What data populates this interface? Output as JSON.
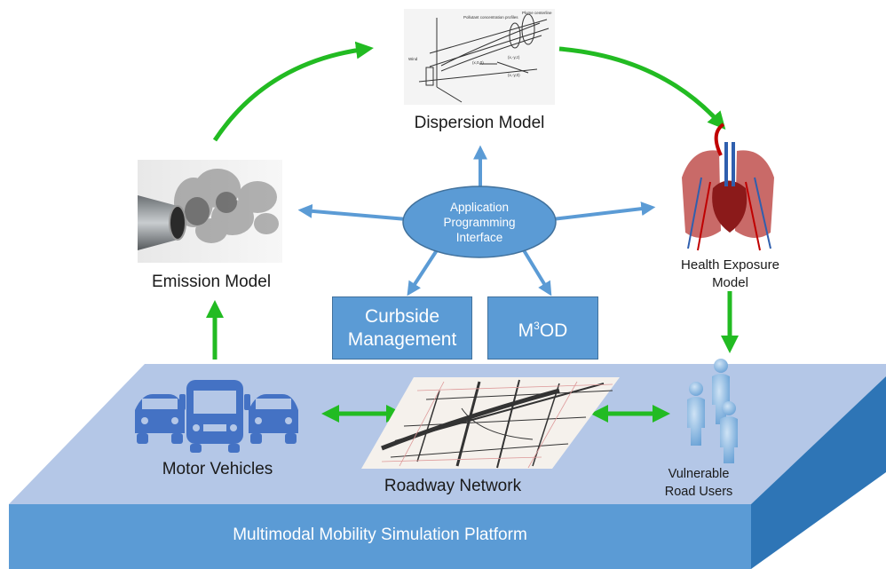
{
  "platform": {
    "label": "Multimodal Mobility Simulation Platform"
  },
  "nodes": {
    "dispersion": "Dispersion Model",
    "emission": "Emission Model",
    "health_line1": "Health Exposure",
    "health_line2": "Model",
    "api_line1": "Application",
    "api_line2": "Programming",
    "api_line3": "Interface",
    "curbside_line1": "Curbside",
    "curbside_line2": "Management",
    "m3od_prefix": "M",
    "m3od_sup": "3",
    "m3od_suffix": "OD",
    "vehicles": "Motor Vehicles",
    "roadway": "Roadway Network",
    "vru_line1": "Vulnerable",
    "vru_line2": "Road Users"
  },
  "dispersion_plot": {
    "annotations": [
      "Pollutant concentration profiles",
      "Plume centerline",
      "Wind",
      "(x,0,0)",
      "(x,-y,z)",
      "(x,-y,0)"
    ]
  },
  "colors": {
    "platform_top": "#b4c7e7",
    "platform_front": "#5b9bd5",
    "platform_side": "#2e75b6",
    "blue_arrow": "#5b9bd5",
    "green_arrow": "#22bb22",
    "vehicle_icon": "#4472c4"
  }
}
